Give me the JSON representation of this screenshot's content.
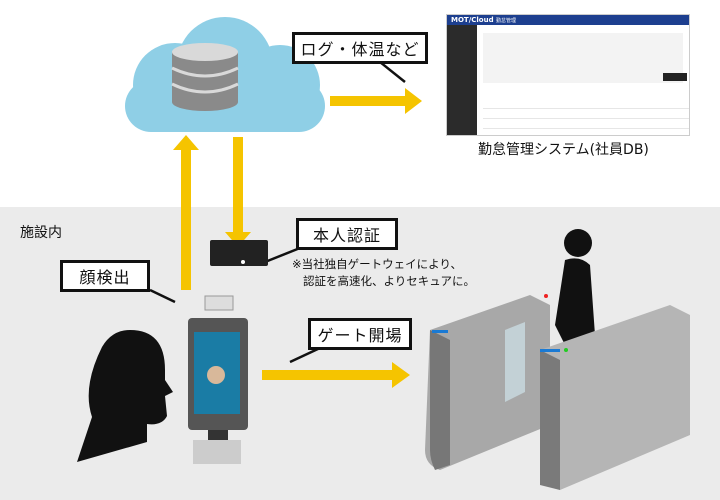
{
  "labels": {
    "logs": "ログ・体温など",
    "auth": "本人認証",
    "face": "顔検出",
    "gate": "ゲート開場",
    "facility": "施設内",
    "note_line1": "※当社独自ゲートウェイにより、",
    "note_line2": "認証を高速化、よりセキュアに。",
    "system_caption": "勤怠管理システム(社員DB)"
  },
  "screenshot": {
    "brand": "MOT/Cloud",
    "title": "勤怠管理"
  },
  "colors": {
    "arrow": "#f5c400",
    "cloud": "#8fcfe6",
    "facility_bg": "#ebebeb"
  }
}
